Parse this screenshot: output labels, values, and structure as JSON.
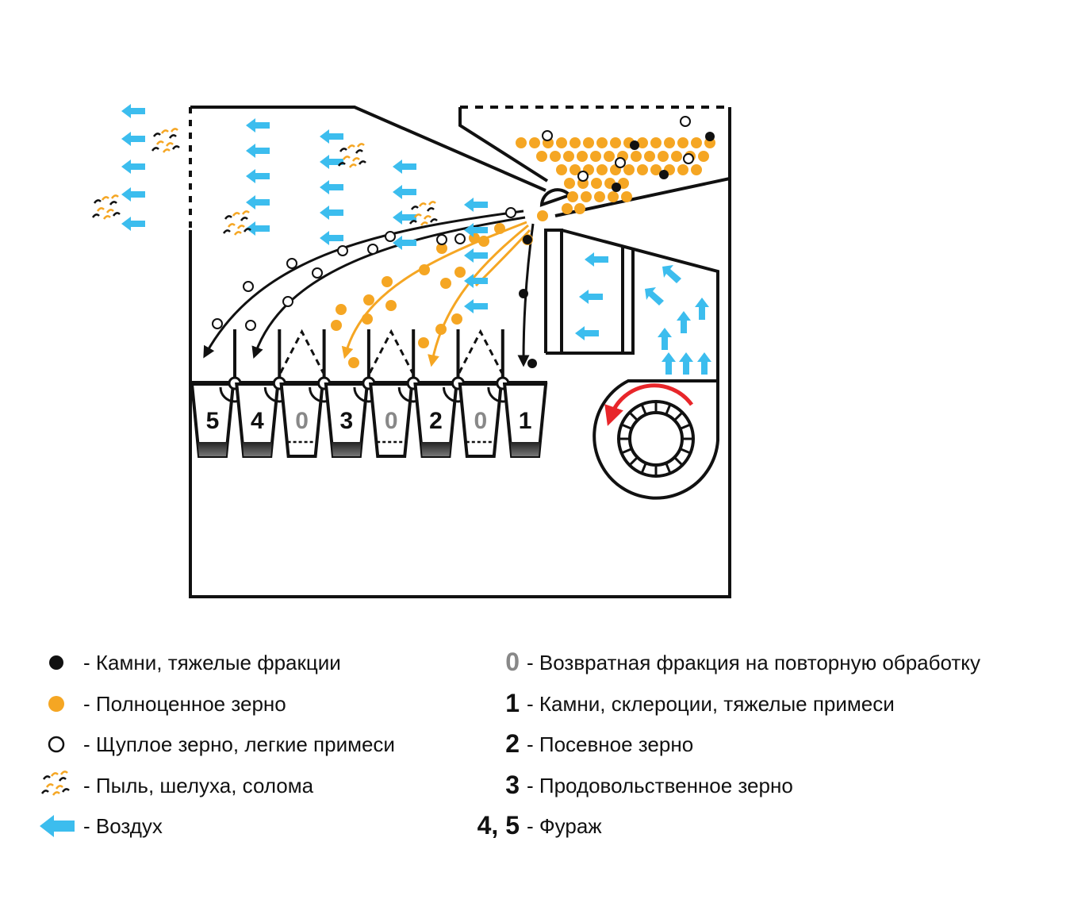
{
  "colors": {
    "grain": "#f5a623",
    "air": "#3cbdee",
    "fan_arrow": "#e8262a",
    "line": "#111111",
    "return": "#888888"
  },
  "bins": [
    {
      "label": "5",
      "type": "fraction"
    },
    {
      "label": "4",
      "type": "fraction"
    },
    {
      "label": "0",
      "type": "return"
    },
    {
      "label": "3",
      "type": "fraction"
    },
    {
      "label": "0",
      "type": "return"
    },
    {
      "label": "2",
      "type": "fraction"
    },
    {
      "label": "0",
      "type": "return"
    },
    {
      "label": "1",
      "type": "fraction"
    }
  ],
  "legend_left": [
    {
      "icon": "black-dot-icon",
      "text": "- Камни, тяжелые фракции"
    },
    {
      "icon": "orange-dot-icon",
      "text": "- Полноценное зерно"
    },
    {
      "icon": "white-dot-icon",
      "text": "- Щуплое зерно, легкие примеси"
    },
    {
      "icon": "dust-icon",
      "text": "- Пыль, шелуха, солома"
    },
    {
      "icon": "air-arrow-icon",
      "text": "- Воздух"
    }
  ],
  "legend_right": [
    {
      "num": "0",
      "text": "- Возвратная фракция на повторную обработку"
    },
    {
      "num": "1",
      "text": "- Камни, склероции, тяжелые примеси"
    },
    {
      "num": "2",
      "text": "- Посевное зерно"
    },
    {
      "num": "3",
      "text": "- Продовольственное зерно"
    },
    {
      "num": "4, 5",
      "text": "- Фураж"
    }
  ]
}
